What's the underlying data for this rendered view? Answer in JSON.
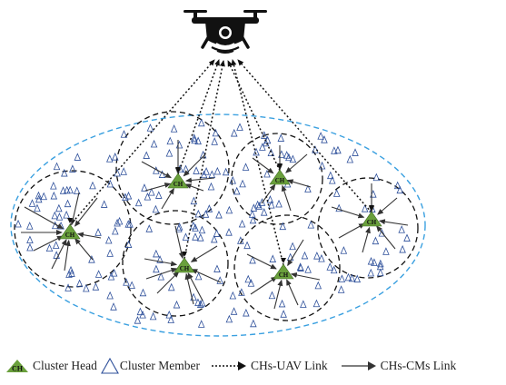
{
  "colors": {
    "ch_fill": "#6aa03c",
    "cm_stroke": "#2d4f9a",
    "field_ellipse": "#3aa0e0",
    "cluster_circle": "#111111",
    "drone": "#111111"
  },
  "icons": {
    "uav": "drone-icon",
    "ch": "cluster-head-icon",
    "cm": "cluster-member-icon"
  },
  "node_labels": {
    "cluster_head": "CH"
  },
  "legend": {
    "ch_symbol": "CH",
    "cluster_head": "Cluster Head",
    "cluster_member": "Cluster Member",
    "uav_link": "CHs-UAV Link",
    "cm_link": "CHs-CMs Link"
  }
}
